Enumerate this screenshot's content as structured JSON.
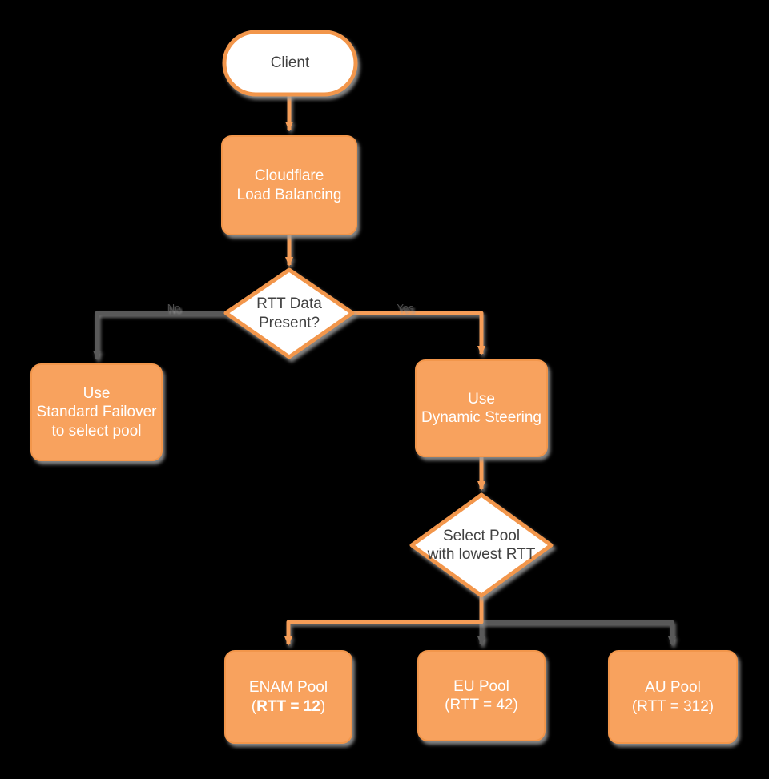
{
  "colors": {
    "background": "#000000",
    "orange_fill": "#F8A25E",
    "orange_stroke": "#F2964B",
    "edge_orange": "#F59D58",
    "edge_gray": "#595959",
    "text_light": "#FFFFFF",
    "text_dark": "#414141",
    "edge_label_gray": "#4D4D4D"
  },
  "nodes": {
    "client": {
      "label": "Client"
    },
    "load_balancer": {
      "line1": "Cloudflare",
      "line2": "Load Balancing"
    },
    "rtt_decision": {
      "line1": "RTT Data",
      "line2": "Present?"
    },
    "standard_failover": {
      "line1": "Use",
      "line2": "Standard Failover",
      "line3": "to select pool"
    },
    "dynamic_steering": {
      "line1": "Use",
      "line2": "Dynamic Steering"
    },
    "select_pool": {
      "line1": "Select Pool",
      "line2": "with lowest RTT"
    },
    "enam_pool": {
      "line1": "ENAM Pool",
      "line2_open": "(",
      "line2_bold": "RTT = 12",
      "line2_close": ")"
    },
    "eu_pool": {
      "line1": "EU Pool",
      "line2": "(RTT = 42)"
    },
    "au_pool": {
      "line1": "AU Pool",
      "line2": "(RTT = 312)"
    }
  },
  "edge_labels": {
    "no": "No",
    "yes": "Yes"
  },
  "edges": [
    {
      "from": "client",
      "to": "load_balancer",
      "color": "orange"
    },
    {
      "from": "load_balancer",
      "to": "rtt_decision",
      "color": "orange"
    },
    {
      "from": "rtt_decision",
      "to": "standard_failover",
      "label": "No",
      "color": "gray"
    },
    {
      "from": "rtt_decision",
      "to": "dynamic_steering",
      "label": "Yes",
      "color": "orange"
    },
    {
      "from": "dynamic_steering",
      "to": "select_pool",
      "color": "orange"
    },
    {
      "from": "select_pool",
      "to": "enam_pool",
      "color": "orange"
    },
    {
      "from": "select_pool",
      "to": "eu_pool",
      "color": "gray"
    },
    {
      "from": "select_pool",
      "to": "au_pool",
      "color": "gray"
    }
  ]
}
